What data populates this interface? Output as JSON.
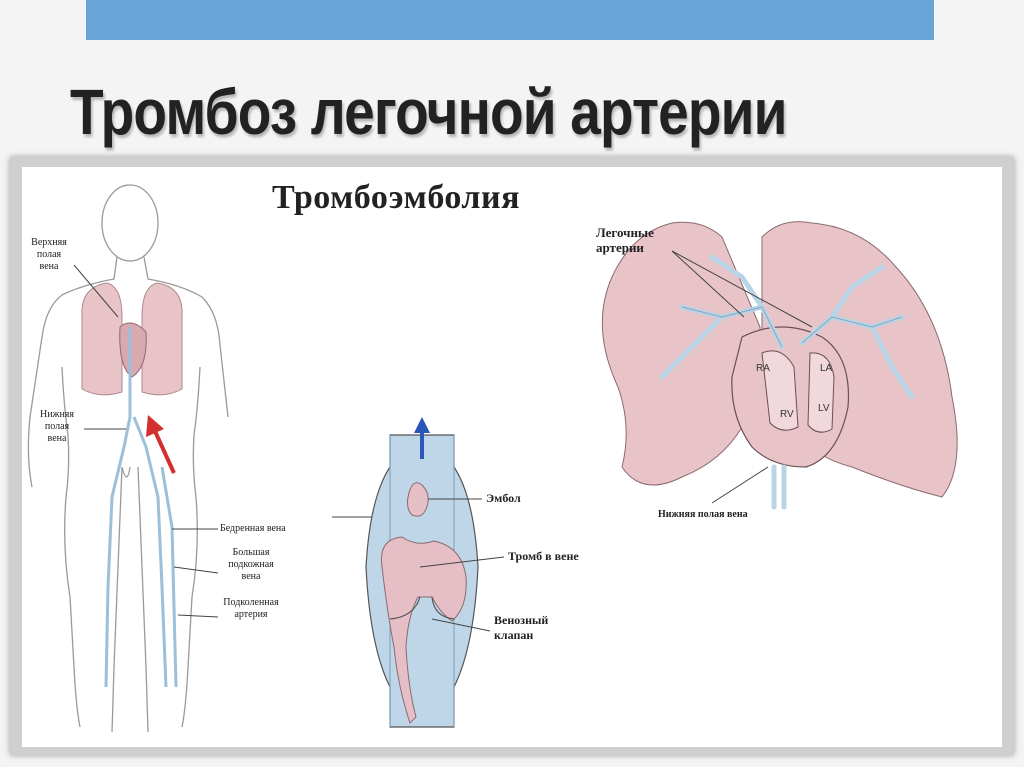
{
  "slide": {
    "title": "Тромбоз легочной артерии"
  },
  "figure": {
    "title": "Тромбоэмболия",
    "body_labels": {
      "superior_vena_cava": [
        "Верхняя",
        "полая",
        "вена"
      ],
      "inferior_vena_cava": [
        "Нижняя",
        "полая",
        "вена"
      ],
      "femoral_vein": "Бедренная вена",
      "great_saphenous_vein": [
        "Большая",
        "подкожная",
        "вена"
      ],
      "popliteal_artery": [
        "Подколенная",
        "артерия"
      ]
    },
    "vein_labels": {
      "embolus": "Эмбол",
      "thrombus": "Тромб в вене",
      "valve": [
        "Венозный",
        "клапан"
      ]
    },
    "heart_labels": {
      "pulmonary_arteries": [
        "Легочные",
        "артерии"
      ],
      "inferior_vena_cava": "Нижняя полая вена",
      "ra": "RA",
      "la": "LA",
      "rv": "RV",
      "lv": "LV"
    },
    "colors": {
      "accent_bar": "#6aa3d6",
      "lung_pink": "#e8c4c8",
      "vessel_blue": "#b8d4e6",
      "arrow_red": "#d32f2f",
      "arrow_blue": "#2a56b8"
    },
    "icons": [
      "human-body-outline",
      "vein-cross-section",
      "heart-lungs-diagram"
    ]
  }
}
